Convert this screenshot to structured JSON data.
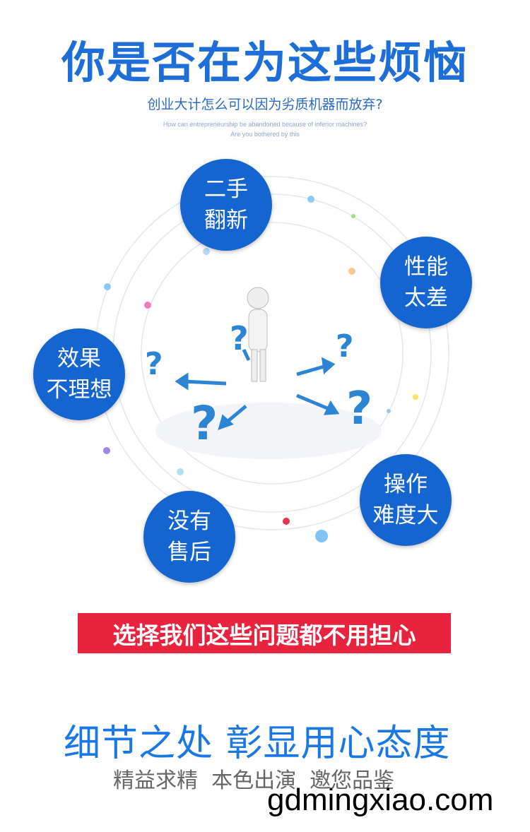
{
  "header": {
    "title": "你是否在为这些烦恼",
    "subtitle": "创业大计怎么可以因为劣质机器而放弃?",
    "english_line1": "How can entrepreneurship be abandoned because of inferior machines?",
    "english_line2": "Are you bothered by this"
  },
  "bubbles": [
    {
      "line1": "二手",
      "line2": "翻新"
    },
    {
      "line1": "性能",
      "line2": "太差"
    },
    {
      "line1": "效果",
      "line2": "不理想"
    },
    {
      "line1": "没有",
      "line2": "售后"
    },
    {
      "line1": "操作",
      "line2": "难度大"
    }
  ],
  "banner": "选择我们这些问题都不用担心",
  "footer": {
    "headline": "细节之处 彰显用心态度",
    "tagline": "精益求精  本色出演  邀您品鉴",
    "watermark": "gdmingxiao.com"
  },
  "colors": {
    "primary": "#1565d0",
    "banner": "#e8233d"
  }
}
